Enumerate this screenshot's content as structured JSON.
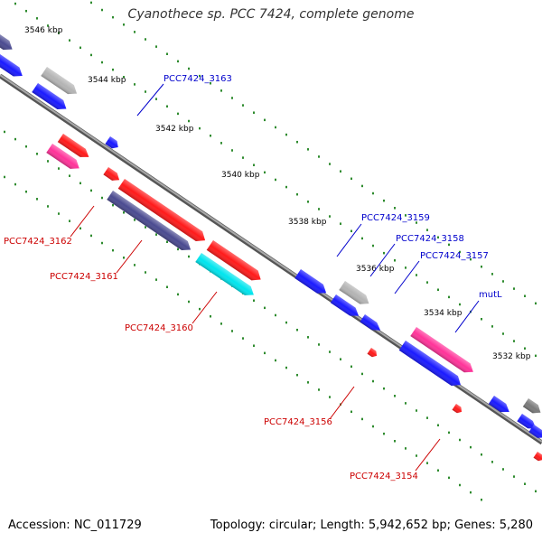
{
  "title": "Cyanothece sp. PCC 7424, complete genome",
  "footer": {
    "accession": "Accession: NC_011729",
    "summary": "Topology: circular; Length: 5,942,652 bp; Genes: 5,280"
  },
  "ticks": [
    "3546 kbp",
    "3544 kbp",
    "3542 kbp",
    "3540 kbp",
    "3538 kbp",
    "3536 kbp",
    "3534 kbp",
    "3532 kbp"
  ],
  "gene_labels": {
    "forward": [
      "PCC7424_3163",
      "PCC7424_3159",
      "PCC7424_3158",
      "PCC7424_3157",
      "mutL"
    ],
    "reverse": [
      "PCC7424_3162",
      "PCC7424_3161",
      "PCC7424_3160",
      "PCC7424_3156",
      "PCC7424_3154"
    ]
  },
  "colors": {
    "forward_label": "#0000cc",
    "reverse_label": "#cc0000",
    "backbone": "#808080",
    "tick": "#2e8b2e",
    "blue": "#1a1aff",
    "red": "#ff1a1a",
    "pink": "#ff3399",
    "navy": "#4a4a90",
    "gray": "#b4b4b4",
    "darkgray": "#7a7a7a",
    "cyan": "#00e5ee"
  }
}
